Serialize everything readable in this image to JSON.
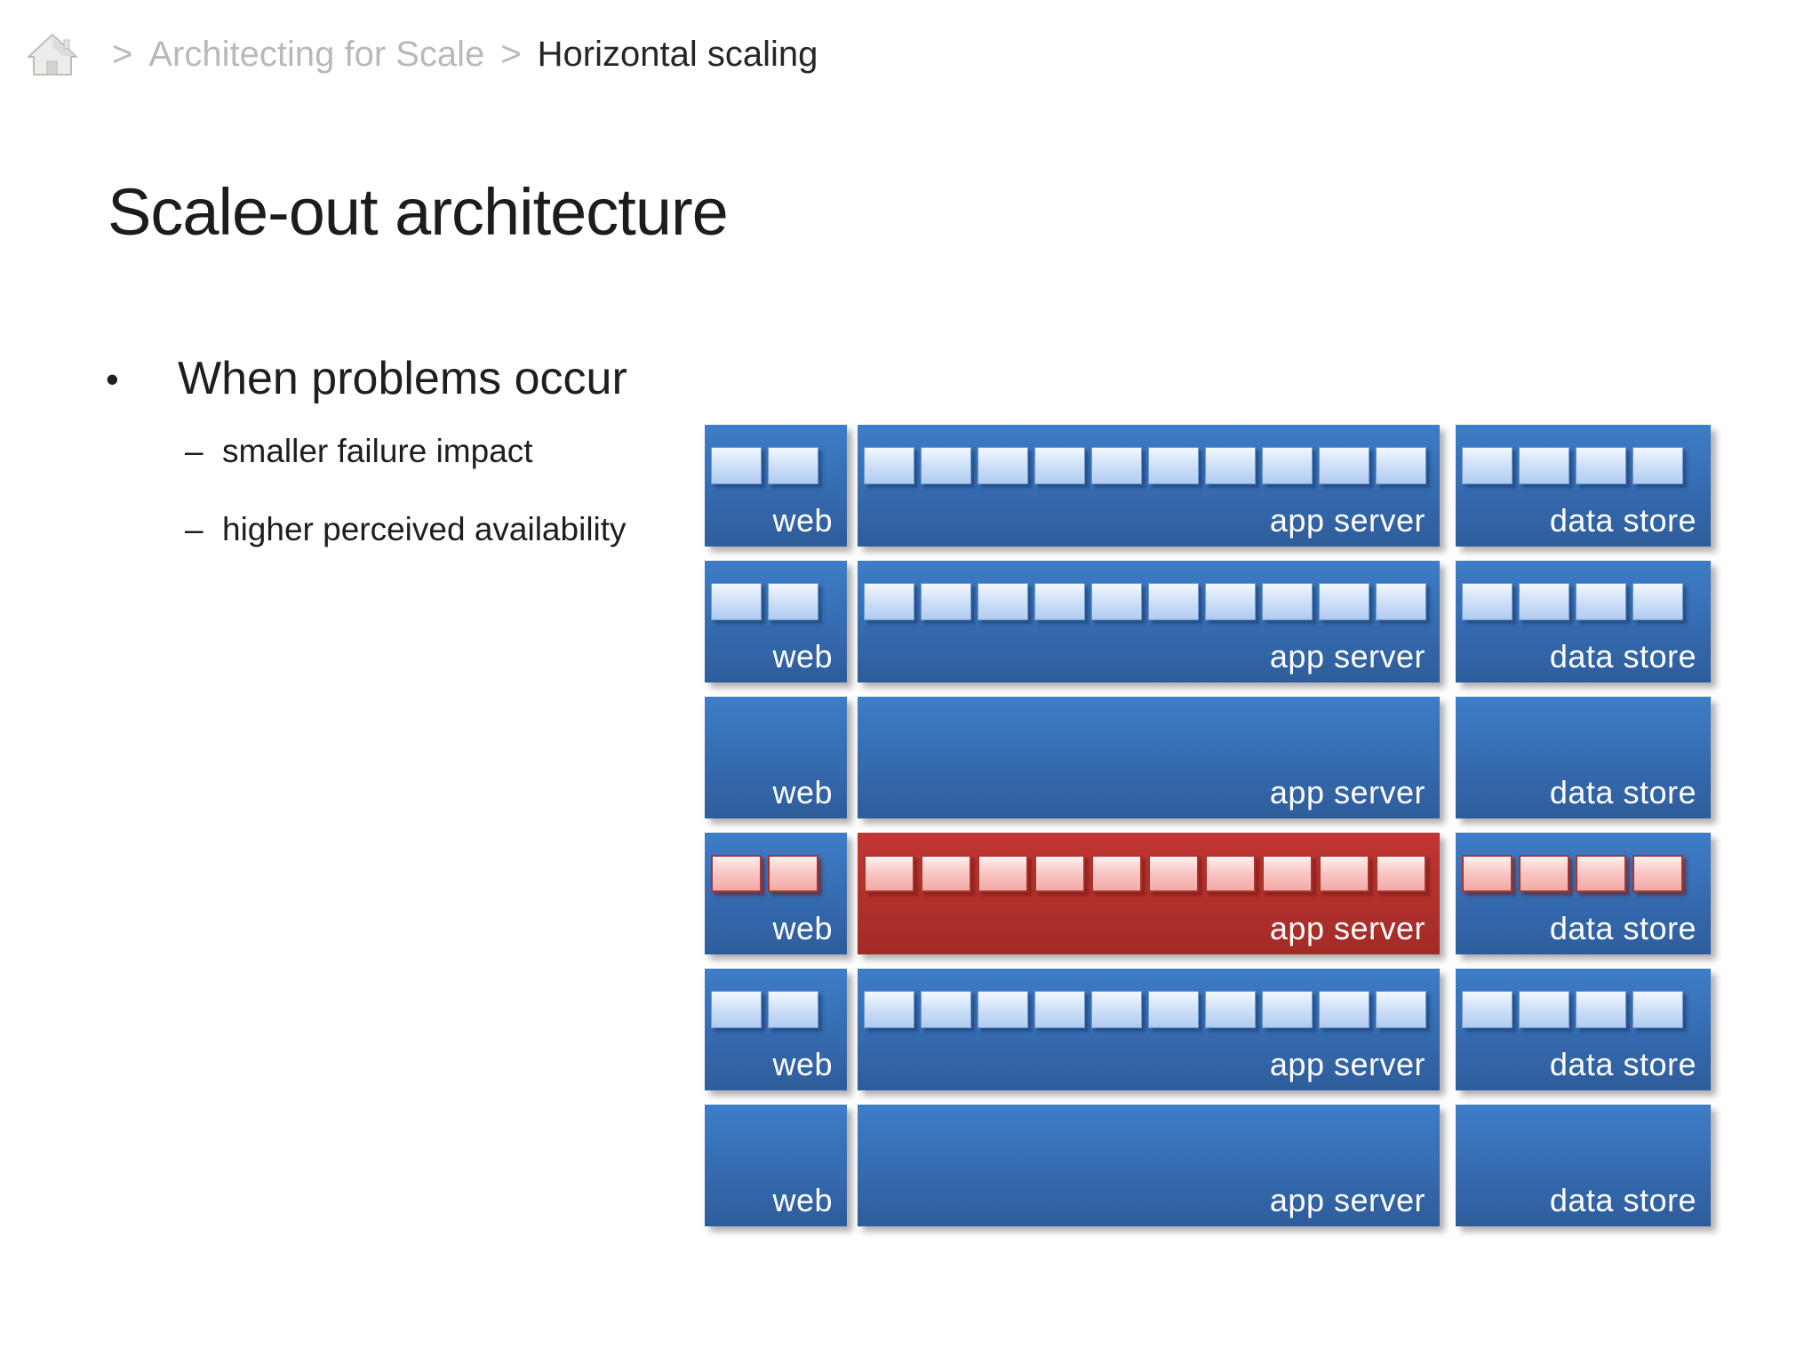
{
  "breadcrumb": {
    "separator": ">",
    "items": [
      {
        "label": "Architecting for Scale",
        "state": "inactive"
      },
      {
        "label": "Horizontal scaling",
        "state": "current"
      }
    ]
  },
  "slide": {
    "title": "Scale-out architecture",
    "bullet_marker": "•",
    "bullet": "When problems occur",
    "sub_bullet_marker": "–",
    "sub_bullets": [
      "smaller failure impact",
      "higher perceived availability"
    ]
  },
  "diagram": {
    "columns": [
      "web",
      "app server",
      "data store"
    ],
    "rows": [
      {
        "state": "normal",
        "web_units": 2,
        "app_units": 10,
        "data_units": 4
      },
      {
        "state": "normal",
        "web_units": 2,
        "app_units": 10,
        "data_units": 4
      },
      {
        "state": "normal",
        "web_units": 0,
        "app_units": 0,
        "data_units": 0
      },
      {
        "state": "failed",
        "web_units": 2,
        "app_units": 10,
        "data_units": 4
      },
      {
        "state": "normal",
        "web_units": 2,
        "app_units": 10,
        "data_units": 4
      },
      {
        "state": "normal",
        "web_units": 0,
        "app_units": 0,
        "data_units": 0
      }
    ],
    "colors": {
      "box_blue_top": "#3e7dc8",
      "box_blue_bottom": "#2e5c9b",
      "box_red_top": "#c23632",
      "box_red_bottom": "#a32b27",
      "unit_blue_top": "#f2f7fe",
      "unit_blue_bottom": "#b0ccf2",
      "unit_red_top": "#fdf0ef",
      "unit_red_bottom": "#f3aaa7",
      "label_text": "#ffffff",
      "breadcrumb_inactive": "#b9b9b9",
      "breadcrumb_current": "#262626"
    }
  }
}
